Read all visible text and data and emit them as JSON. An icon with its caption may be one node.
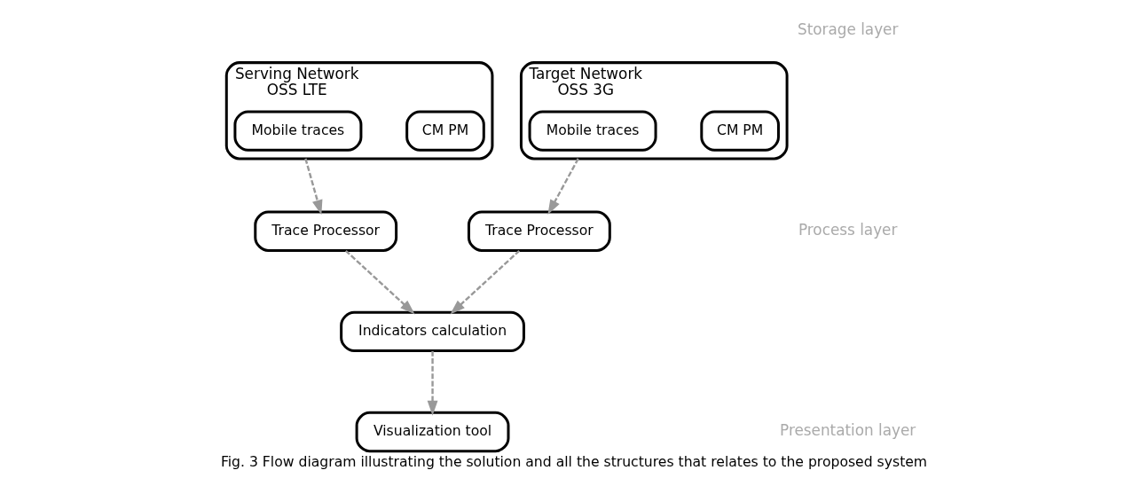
{
  "diagram": {
    "caption": "Fig. 3 Flow diagram illustrating the solution and all the structures that relates to the proposed system",
    "nodes": [
      {
        "text": [
          "Serving Network",
          "OSS LTE"
        ]
      },
      {
        "text": [
          "Mobile traces"
        ],
        "in": 0
      },
      {
        "text": [
          "CM PM"
        ],
        "in": 0
      },
      {
        "text": [
          "Target Network",
          "OSS 3G"
        ]
      },
      {
        "text": [
          "Mobile traces"
        ],
        "in": 3
      },
      {
        "text": [
          "CM PM"
        ],
        "in": 3
      },
      {
        "text": [
          "Trace Processor"
        ]
      },
      {
        "text": [
          "Trace Processor"
        ]
      },
      {
        "text": [
          "Indicators calculation"
        ]
      },
      {
        "text": [
          "Visualization tool"
        ]
      }
    ],
    "edges": [
      {
        "from": 0,
        "to": 6,
        "arrow": "to",
        "style": "dashed"
      },
      {
        "from": 3,
        "to": 7,
        "arrow": "to",
        "style": "dashed"
      },
      {
        "from": 6,
        "to": 8,
        "arrow": "to",
        "style": "dashed"
      },
      {
        "from": 7,
        "to": 8,
        "arrow": "to",
        "style": "dashed"
      },
      {
        "from": 8,
        "to": 9,
        "arrow": "to",
        "style": "dashed"
      }
    ],
    "labels": [
      "Storage layer",
      "Process layer",
      "Presentation layer"
    ]
  }
}
